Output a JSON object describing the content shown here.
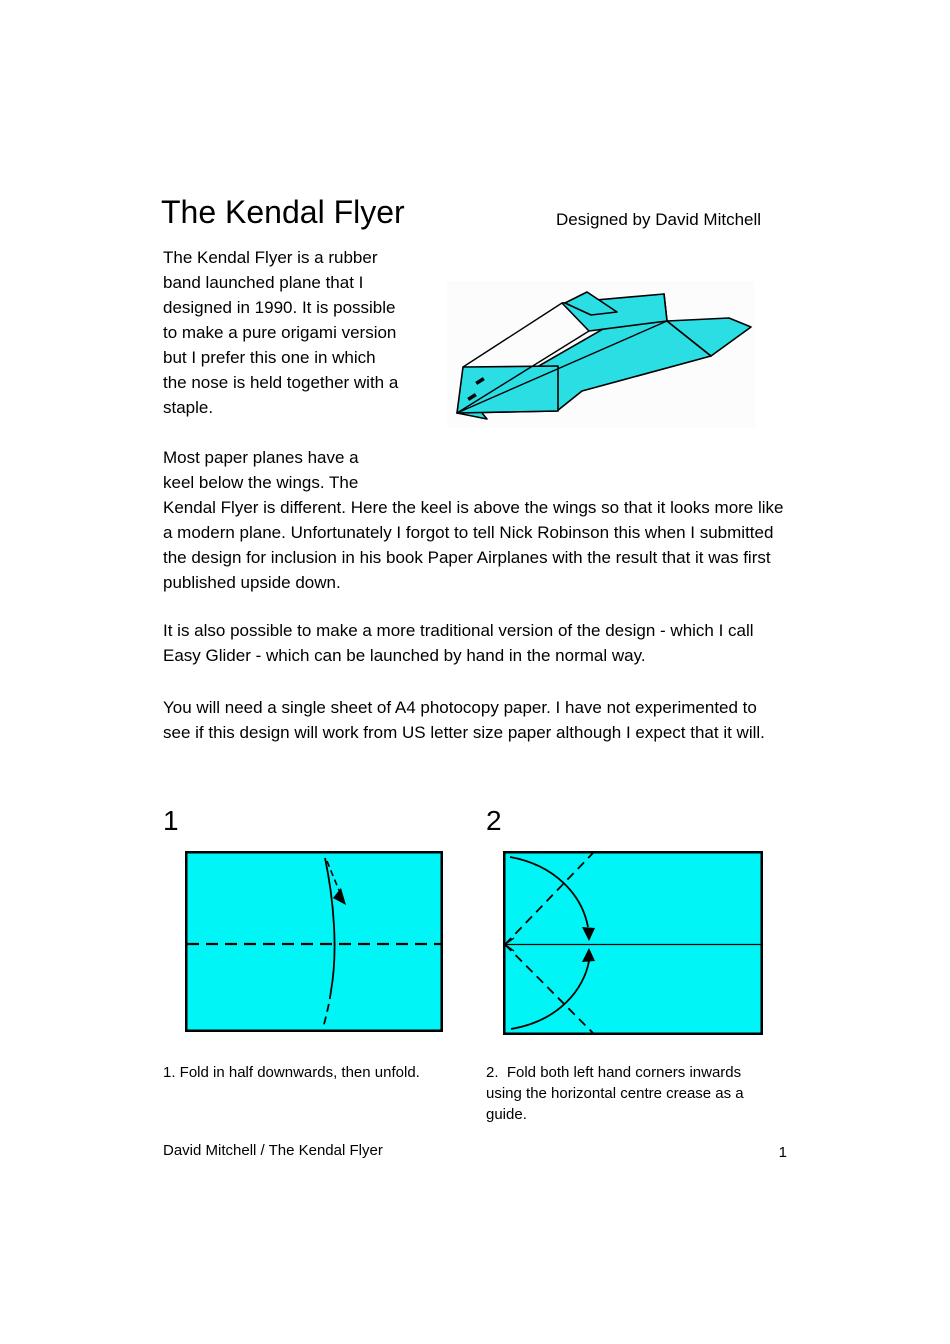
{
  "page": {
    "title": "The Kendal Flyer",
    "byline": "Designed by David Mitchell",
    "paragraphs": {
      "p1": "The Kendal Flyer is a rubber band launched plane that I designed in 1990. It is possible to make a pure origami version but I prefer this one in which the nose is held together with a staple.",
      "p2_narrow": "Most paper planes have a keel below the wings. The",
      "p2_wide": "Kendal Flyer is different. Here the keel is above the wings so that it looks more like a modern plane. Unfortunately I forgot to tell Nick Robinson this when I submitted the design for inclusion in his book Paper Airplanes with the result that it was first published upside down.",
      "p3": "It is also possible to make a more traditional version of the design - which I call Easy Glider - which can be launched by hand in the normal way.",
      "p4": "You will need a single sheet of A4 photocopy paper. I have not experimented to see if this design will work from US letter size paper although I expect that it will."
    },
    "steps": [
      {
        "number": "1",
        "caption": "1. Fold in half downwards, then unfold."
      },
      {
        "number": "2",
        "caption": "2.  Fold both left hand corners inwards using the horizontal centre crease as a guide."
      }
    ],
    "footer": {
      "left": "David Mitchell / The Kendal Flyer",
      "page_number": "1"
    },
    "colors": {
      "paper_cyan": "#00F6F6",
      "plane_cyan": "#2ADEE4",
      "outline": "#000000",
      "figure_bg": "#FCFCFC"
    }
  }
}
